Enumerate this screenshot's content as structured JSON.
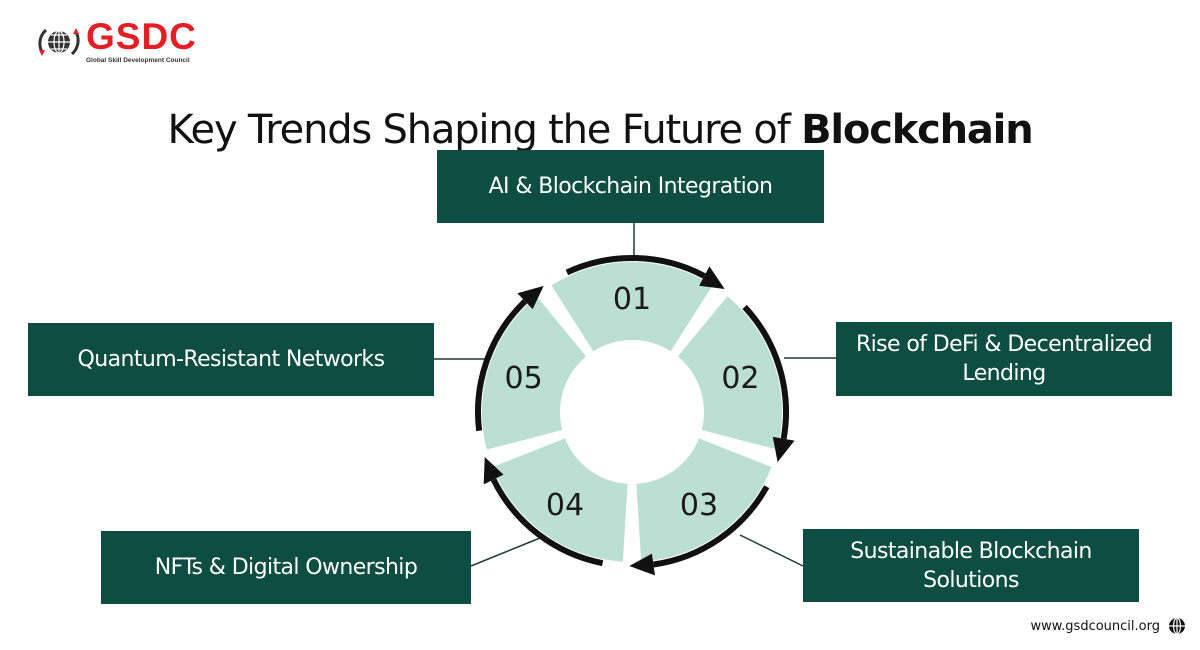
{
  "brand": {
    "name": "GSDC",
    "tagline": "Global Skill Development Council",
    "color": "#e31e24"
  },
  "title": {
    "regular": "Key Trends Shaping the Future of ",
    "bold": "Blockchain"
  },
  "cycle": {
    "segment_color": "#bcdfd3",
    "box_color": "#0e4e42",
    "arrow_color": "#111111",
    "steps": [
      {
        "number": "01",
        "label": "AI & Blockchain Integration"
      },
      {
        "number": "02",
        "label": "Rise of DeFi & Decentralized Lending"
      },
      {
        "number": "03",
        "label": "Sustainable Blockchain Solutions"
      },
      {
        "number": "04",
        "label": "NFTs & Digital Ownership"
      },
      {
        "number": "05",
        "label": "Quantum-Resistant Networks"
      }
    ]
  },
  "footer": {
    "website": "www.gsdcouncil.org",
    "icon": "globe-icon"
  }
}
